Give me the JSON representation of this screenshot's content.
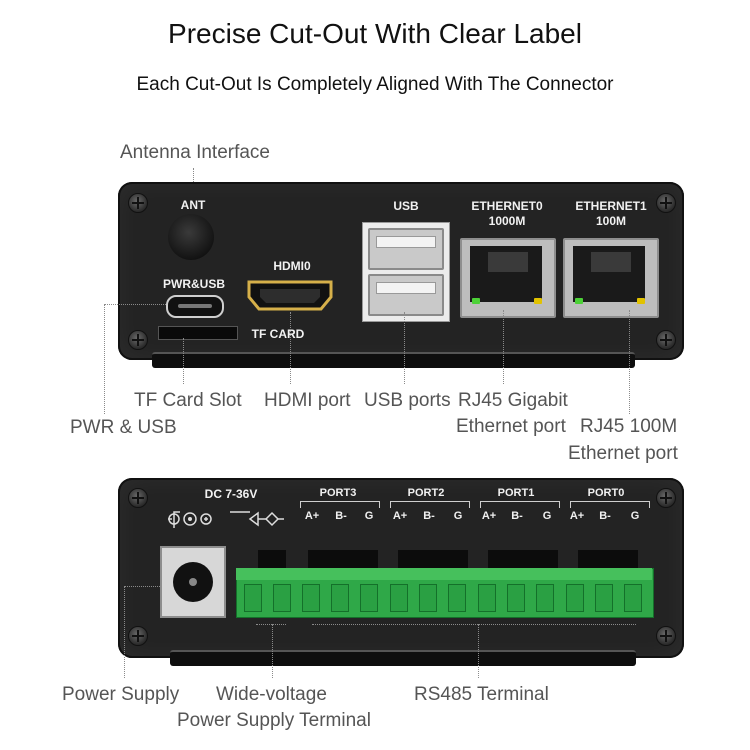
{
  "header": {
    "title": "Precise Cut-Out With Clear Label",
    "subtitle": "Each Cut-Out Is Completely Aligned With The Connector"
  },
  "top_panel": {
    "labels": {
      "ant": "ANT",
      "pwr_usb": "PWR&USB",
      "hdmi": "HDMI0",
      "tf_card": "TF CARD",
      "usb": "USB",
      "eth0_line1": "ETHERNET0",
      "eth0_line2": "1000M",
      "eth1_line1": "ETHERNET1",
      "eth1_line2": "100M"
    },
    "callouts": {
      "antenna": "Antenna Interface",
      "tf_slot": "TF Card Slot",
      "pwr_usb": "PWR & USB",
      "hdmi": "HDMI port",
      "usb": "USB ports",
      "rj45_gigabit_line1": "RJ45 Gigabit",
      "rj45_gigabit_line2": "Ethernet port",
      "rj45_100m_line1": "RJ45 100M",
      "rj45_100m_line2": "Ethernet port"
    }
  },
  "bottom_panel": {
    "labels": {
      "dc": "DC 7-36V",
      "port3": "PORT3",
      "port2": "PORT2",
      "port1": "PORT1",
      "port0": "PORT0",
      "a_plus": "A+",
      "b_minus": "B-",
      "g": "G"
    },
    "callouts": {
      "power_supply": "Power Supply",
      "wide_voltage_line1": "Wide-voltage",
      "wide_voltage_line2": "Power Supply Terminal",
      "rs485": "RS485 Terminal"
    }
  },
  "colors": {
    "panel": "#232323",
    "terminal_green": "#2aa043",
    "led_green": "#4cd137",
    "led_yellow": "#e1c200",
    "callout_text": "#555555"
  }
}
